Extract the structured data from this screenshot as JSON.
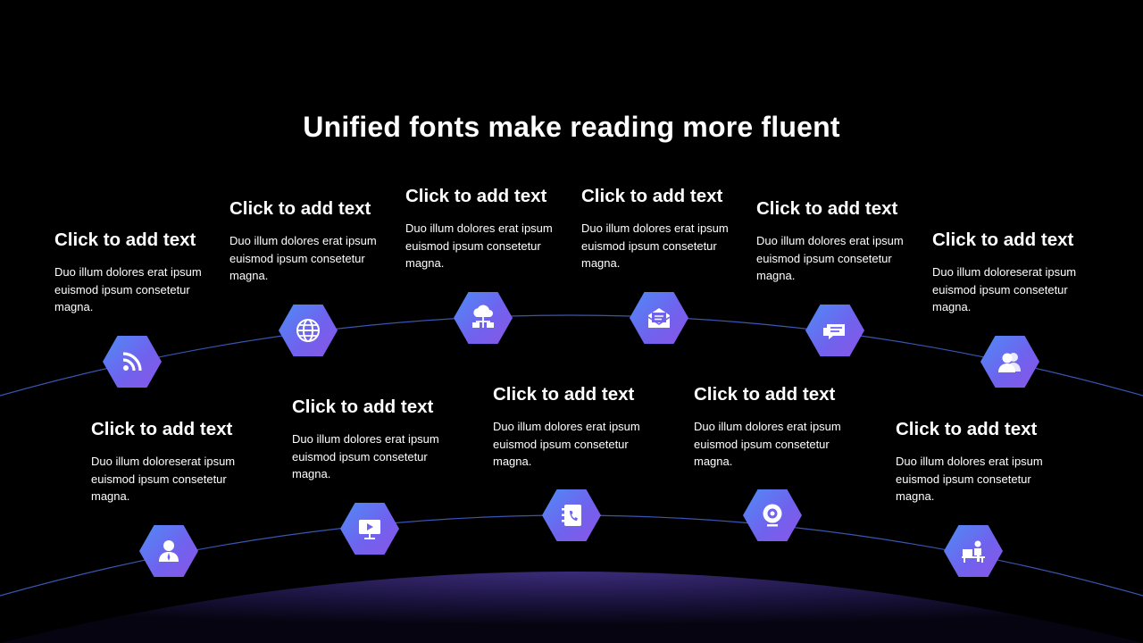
{
  "title": "Unified fonts make reading more fluent",
  "colors": {
    "background": "#000000",
    "hex_gradient_start": "#4f8bf5",
    "hex_gradient_end": "#8a55e6",
    "arc_line": "#3a56b5",
    "planet_glow": "#3b2b78"
  },
  "upper_items": [
    {
      "heading": "Click to add text",
      "body": "Duo illum dolores erat ipsum euismod ipsum consetetur magna.",
      "icon": "rss-icon"
    },
    {
      "heading": "Click to add text",
      "body": "Duo illum dolores erat ipsum euismod ipsum consetetur magna.",
      "icon": "globe-icon"
    },
    {
      "heading": "Click to add text",
      "body": "Duo illum dolores erat ipsum euismod ipsum consetetur magna.",
      "icon": "cloud-network-icon"
    },
    {
      "heading": "Click to add text",
      "body": "Duo illum dolores erat ipsum euismod ipsum consetetur magna.",
      "icon": "mail-icon"
    },
    {
      "heading": "Click to add text",
      "body": "Duo illum dolores erat ipsum euismod ipsum consetetur magna.",
      "icon": "chat-icon"
    },
    {
      "heading": "Click to add text",
      "body": "Duo illum doloreserat ipsum euismod ipsum consetetur magna.",
      "icon": "users-icon"
    }
  ],
  "lower_items": [
    {
      "heading": "Click to add text",
      "body": "Duo illum doloreserat ipsum euismod ipsum consetetur magna.",
      "icon": "user-icon"
    },
    {
      "heading": "Click to add text",
      "body": "Duo illum dolores erat ipsum euismod ipsum consetetur magna.",
      "icon": "presentation-icon"
    },
    {
      "heading": "Click to add text",
      "body": "Duo illum dolores erat ipsum euismod ipsum consetetur magna.",
      "icon": "phonebook-icon"
    },
    {
      "heading": "Click to add text",
      "body": "Duo illum dolores erat ipsum euismod ipsum consetetur magna.",
      "icon": "webcam-icon"
    },
    {
      "heading": "Click to add text",
      "body": "Duo illum dolores erat ipsum euismod ipsum consetetur magna.",
      "icon": "desk-worker-icon"
    }
  ]
}
